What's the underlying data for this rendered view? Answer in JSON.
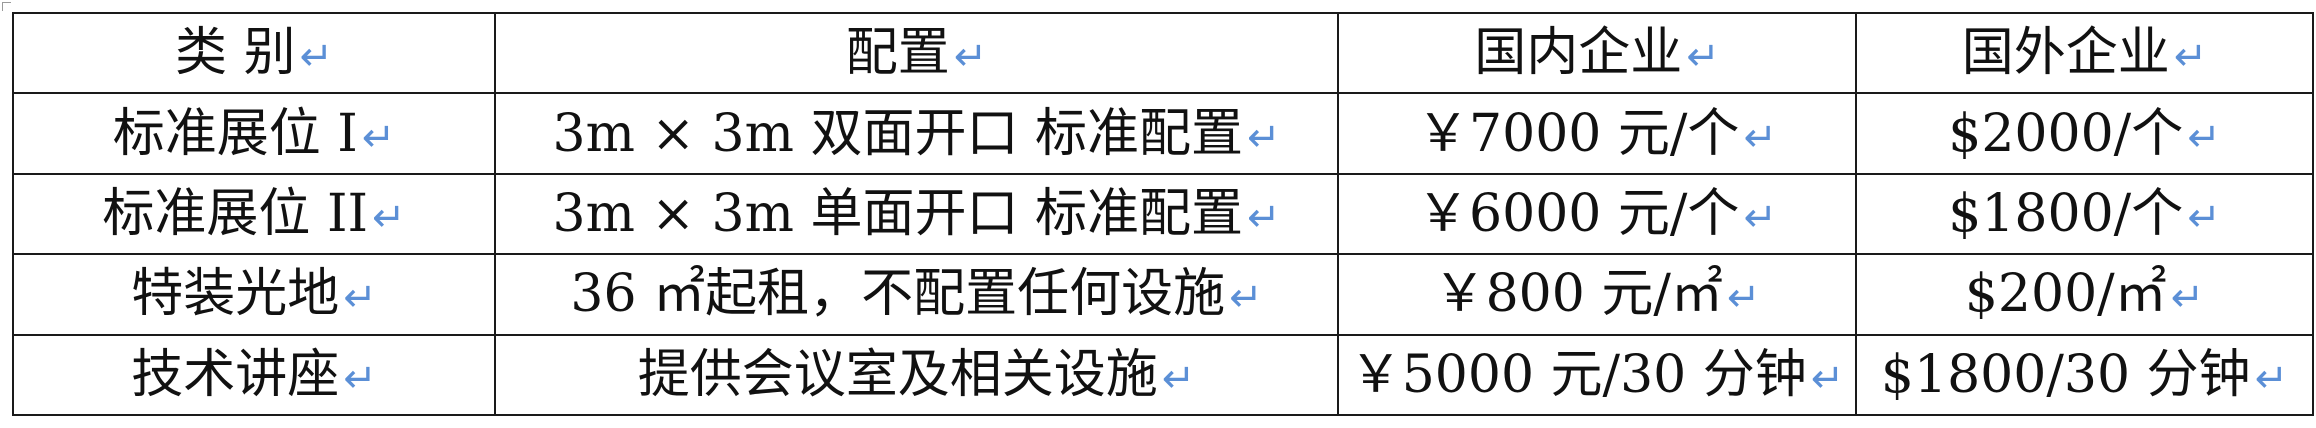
{
  "table": {
    "headers": [
      "类 别",
      "配置",
      "国内企业",
      "国外企业"
    ],
    "rows": [
      [
        "标准展位 I",
        "3m × 3m 双面开口 标准配置",
        "￥7000 元/个",
        "$2000/个"
      ],
      [
        "标准展位 II",
        "3m × 3m 单面开口 标准配置",
        "￥6000 元/个",
        "$1800/个"
      ],
      [
        "特装光地",
        "36 ㎡起租，不配置任何设施",
        "￥800 元/㎡",
        "$200/㎡"
      ],
      [
        "技术讲座",
        "提供会议室及相关设施",
        "￥5000 元/30 分钟",
        "$1800/30 分钟"
      ]
    ],
    "paragraph_mark": "↵",
    "mark_color": "#5b8fd6"
  }
}
